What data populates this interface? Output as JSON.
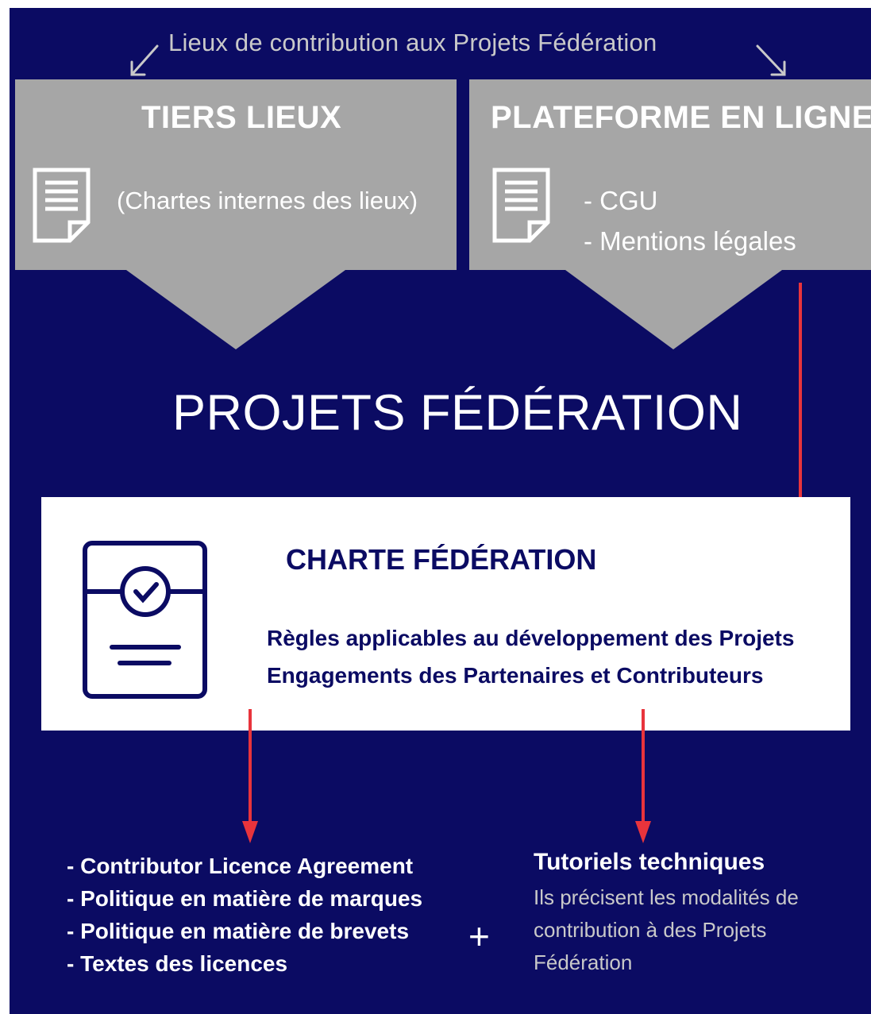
{
  "header": {
    "caption": "Lieux de contribution aux Projets Fédération"
  },
  "tiers_lieux": {
    "title": "TIERS LIEUX",
    "text": "(Chartes internes des lieux)"
  },
  "plateforme": {
    "title": "PLATEFORME EN LIGNE",
    "items": [
      "- CGU",
      "- Mentions légales"
    ]
  },
  "main": {
    "title": "PROJETS FÉDÉRATION"
  },
  "charte": {
    "title": "CHARTE FÉDÉRATION",
    "rules": [
      "Règles applicables au développement des Projets",
      "Engagements des Partenaires et Contributeurs"
    ]
  },
  "left_list": {
    "items": [
      "- Contributor Licence Agreement",
      "- Politique en matière de marques",
      "- Politique en matière de brevets",
      "- Textes des licences"
    ]
  },
  "plus": "+",
  "tutoriels": {
    "title": "Tutoriels techniques",
    "lines": [
      "Ils précisent les modalités de",
      "contribution à des Projets",
      "Fédération"
    ]
  },
  "colors": {
    "background": "#0b0b63",
    "gray_box": "#a6a6a6",
    "arrow_red": "#e8343c",
    "white": "#ffffff"
  },
  "icons": {
    "tiers_doc": "document-icon",
    "plat_doc": "document-icon",
    "charte": "certified-document-icon"
  }
}
